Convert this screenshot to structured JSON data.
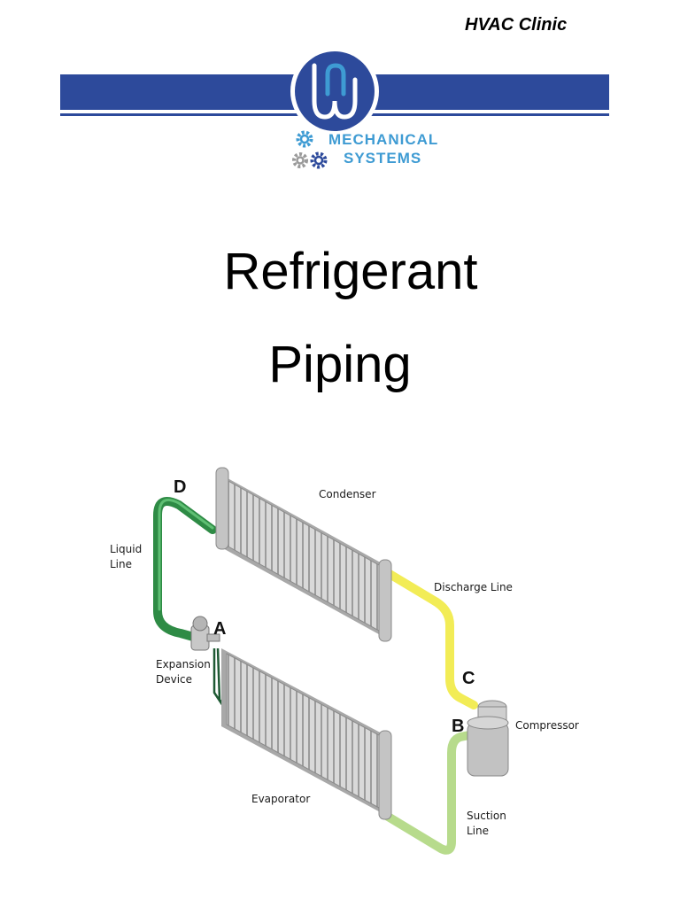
{
  "header": {
    "label": "HVAC Clinic"
  },
  "logo": {
    "line1": "MECHANICAL",
    "line2": "SYSTEMS",
    "colors": {
      "navy": "#2d4a9b",
      "light_blue": "#3e9bd3",
      "gray": "#9a9a9a"
    }
  },
  "title": {
    "line1": "Refrigerant",
    "line2": "Piping"
  },
  "diagram": {
    "components": {
      "condenser": "Condenser",
      "evaporator": "Evaporator",
      "compressor": "Compressor",
      "expansion_device": "Expansion Device",
      "liquid_line": "Liquid Line",
      "discharge_line": "Discharge Line",
      "suction_line": "Suction Line"
    },
    "markers": {
      "a": "A",
      "b": "B",
      "c": "C",
      "d": "D"
    },
    "line_colors": {
      "liquid": "#2e8b45",
      "discharge": "#f2ec56",
      "suction": "#b7db8c"
    }
  }
}
